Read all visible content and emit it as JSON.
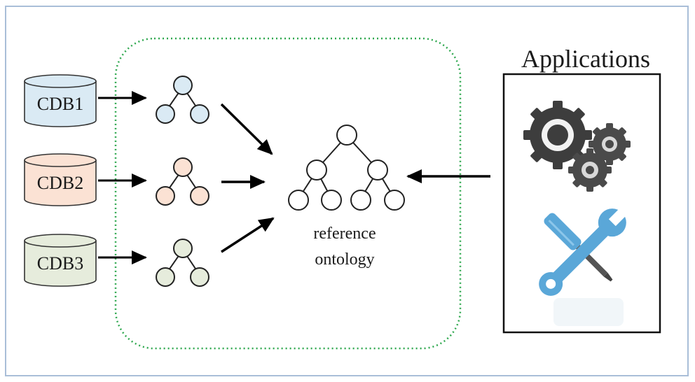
{
  "databases": [
    {
      "label": "CDB1",
      "fill": "#daeaf4"
    },
    {
      "label": "CDB2",
      "fill": "#fbe2d4"
    },
    {
      "label": "CDB3",
      "fill": "#e6ecdc"
    }
  ],
  "ontology_label_line1": "reference",
  "ontology_label_line2": "ontology",
  "applications_title": "Applications",
  "colors": {
    "frame_border": "#a9bed8",
    "dotted_border": "#2fa84f",
    "tree_cdb1": "#daeaf4",
    "tree_cdb2": "#fbe2d4",
    "tree_cdb3": "#e6ecdc",
    "gear": "#3d3d3d",
    "tool_blue": "#5aa7d8"
  },
  "icons": [
    "gears-icon",
    "wrench-screwdriver-icon"
  ]
}
